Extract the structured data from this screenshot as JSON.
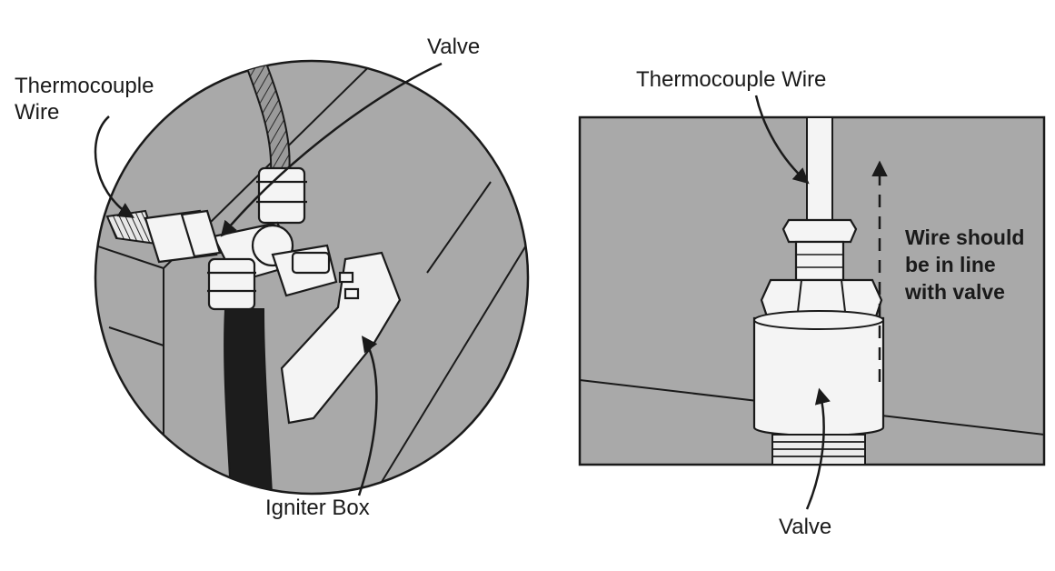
{
  "left_panel": {
    "labels": {
      "valve": "Valve",
      "thermocouple_line1": "Thermocouple",
      "thermocouple_line2": "Wire",
      "igniter": "Igniter Box"
    }
  },
  "right_panel": {
    "labels": {
      "thermocouple": "Thermocouple Wire",
      "valve": "Valve",
      "note_line1": "Wire should",
      "note_line2": "be in line",
      "note_line3": "with valve"
    }
  },
  "colors": {
    "panel_gray": "#a9a9a9",
    "outline": "#1a1a1a",
    "part_white": "#f4f4f4",
    "hose_black": "#1c1c1c"
  }
}
